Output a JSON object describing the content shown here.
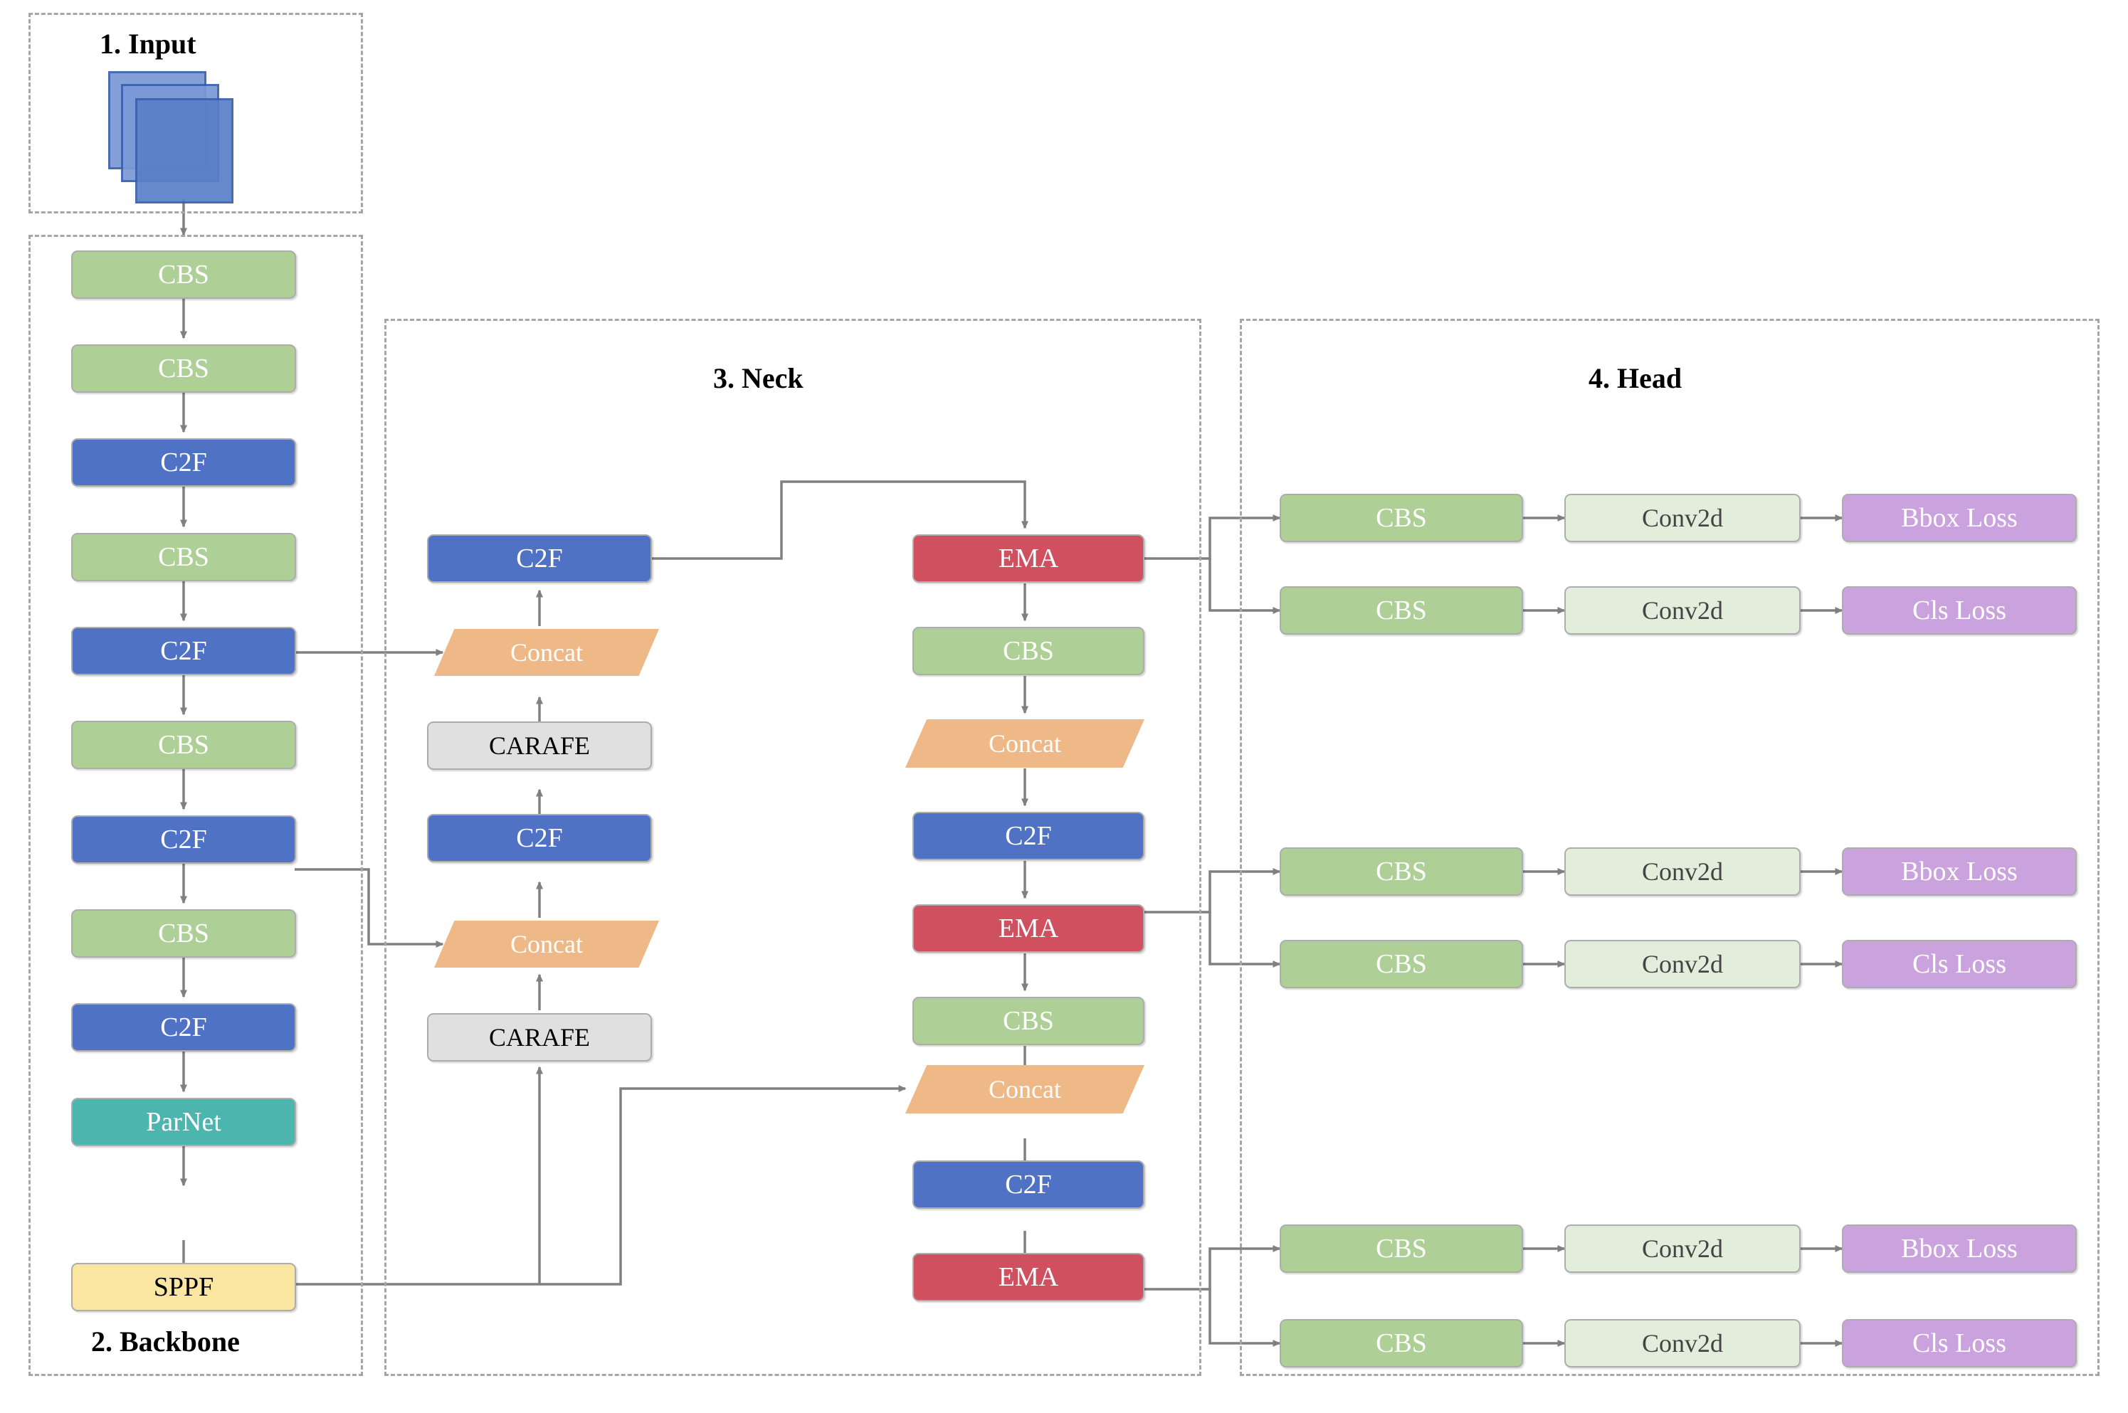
{
  "diagram": {
    "title": "Network architecture diagram",
    "sections": [
      {
        "id": "input",
        "label": "1. Input"
      },
      {
        "id": "backbone",
        "label": "2. Backbone"
      },
      {
        "id": "neck",
        "label": "3. Neck"
      },
      {
        "id": "head",
        "label": "4. Head"
      }
    ],
    "colors": {
      "cbs": "#aecf96",
      "c2f": "#5072c4",
      "parnet": "#4cb5ae",
      "sppf": "#fae6a0",
      "carafe": "#e0e0e0",
      "ema": "#d0505f",
      "concat": "#eeb887",
      "conv2d": "#e2eedb",
      "loss": "#c9a2de",
      "frame": "#a6a6a6",
      "arrow": "#808080",
      "input_image": "#6f8fd0"
    }
  },
  "input": {
    "label": "1. Input",
    "image_stack_name": "input-image-stack",
    "layers": 3
  },
  "backbone": {
    "label": "2. Backbone",
    "nodes": [
      {
        "id": "bb1",
        "label": "CBS",
        "type": "cbs"
      },
      {
        "id": "bb2",
        "label": "CBS",
        "type": "cbs"
      },
      {
        "id": "bb3",
        "label": "C2F",
        "type": "c2f"
      },
      {
        "id": "bb4",
        "label": "CBS",
        "type": "cbs"
      },
      {
        "id": "bb5",
        "label": "C2F",
        "type": "c2f"
      },
      {
        "id": "bb6",
        "label": "CBS",
        "type": "cbs"
      },
      {
        "id": "bb7",
        "label": "C2F",
        "type": "c2f"
      },
      {
        "id": "bb8",
        "label": "CBS",
        "type": "cbs"
      },
      {
        "id": "bb9",
        "label": "C2F",
        "type": "c2f"
      },
      {
        "id": "bb10",
        "label": "ParNet",
        "type": "parnet"
      },
      {
        "id": "bb11",
        "label": "SPPF",
        "type": "sppf"
      }
    ]
  },
  "neck": {
    "label": "3. Neck",
    "left_column": [
      {
        "id": "nl1",
        "label": "C2F",
        "type": "c2f"
      },
      {
        "id": "nl2",
        "label": "Concat",
        "type": "concat"
      },
      {
        "id": "nl3",
        "label": "CARAFE",
        "type": "carafe"
      },
      {
        "id": "nl4",
        "label": "C2F",
        "type": "c2f"
      },
      {
        "id": "nl5",
        "label": "Concat",
        "type": "concat"
      },
      {
        "id": "nl6",
        "label": "CARAFE",
        "type": "carafe"
      }
    ],
    "right_column": [
      {
        "id": "nr1",
        "label": "EMA",
        "type": "ema"
      },
      {
        "id": "nr2",
        "label": "CBS",
        "type": "cbs"
      },
      {
        "id": "nr3",
        "label": "Concat",
        "type": "concat"
      },
      {
        "id": "nr4",
        "label": "C2F",
        "type": "c2f"
      },
      {
        "id": "nr5",
        "label": "EMA",
        "type": "ema"
      },
      {
        "id": "nr6",
        "label": "CBS",
        "type": "cbs"
      },
      {
        "id": "nr7",
        "label": "Concat",
        "type": "concat"
      },
      {
        "id": "nr8",
        "label": "C2F",
        "type": "c2f"
      },
      {
        "id": "nr9",
        "label": "EMA",
        "type": "ema"
      }
    ]
  },
  "head": {
    "label": "4. Head",
    "branches": [
      {
        "id": "h1",
        "rows": [
          {
            "cbs": "CBS",
            "conv": "Conv2d",
            "loss": "Bbox Loss"
          },
          {
            "cbs": "CBS",
            "conv": "Conv2d",
            "loss": "Cls Loss"
          }
        ]
      },
      {
        "id": "h2",
        "rows": [
          {
            "cbs": "CBS",
            "conv": "Conv2d",
            "loss": "Bbox Loss"
          },
          {
            "cbs": "CBS",
            "conv": "Conv2d",
            "loss": "Cls Loss"
          }
        ]
      },
      {
        "id": "h3",
        "rows": [
          {
            "cbs": "CBS",
            "conv": "Conv2d",
            "loss": "Bbox Loss"
          },
          {
            "cbs": "CBS",
            "conv": "Conv2d",
            "loss": "Cls Loss"
          }
        ]
      }
    ]
  }
}
